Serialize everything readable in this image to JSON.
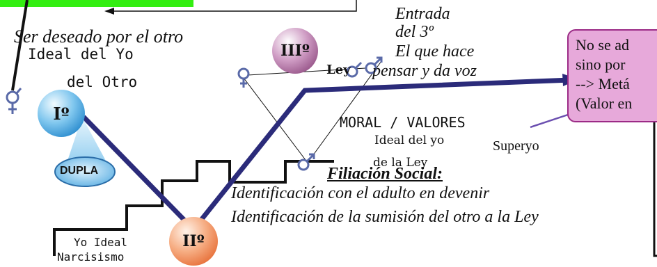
{
  "labels": {
    "ser_deseado": "Ser deseado por el otro",
    "ideal_yo_otro_1": "Ideal del Yo",
    "ideal_yo_otro_2": "del Otro",
    "entrada_1": "Entrada",
    "entrada_2": "del 3º",
    "entrada_3": "El que hace",
    "entrada_4": "pensar y da voz",
    "ley": "Ley",
    "moral_valores": "MORAL / VALORES",
    "ideal_yo_ley_1": "Ideal del yo",
    "ideal_yo_ley_2": "de la Ley",
    "superyo": "Superyo",
    "filiacion": "Filiación Social:",
    "identificacion_1": "Identificación con el adulto en devenir",
    "identificacion_2": "Identificación de la sumisión del otro a la Ley",
    "yo_ideal": "Yo Ideal",
    "narcisismo": "Narcisismo",
    "dupla": "DUPLA"
  },
  "nodes": {
    "primero": "Iº",
    "segundo": "IIº",
    "tercero": "IIIº"
  },
  "callout": {
    "line1": "No se ad",
    "line2": "sino por",
    "line3": "--> Metá",
    "line4": "(Valor en"
  },
  "colors": {
    "green_bar": "#33ee11",
    "navy_path": "#2b2b7a",
    "callout_fill": "#e7a9da",
    "callout_border": "#9b2b86",
    "symbol": "#5a6aa8"
  }
}
